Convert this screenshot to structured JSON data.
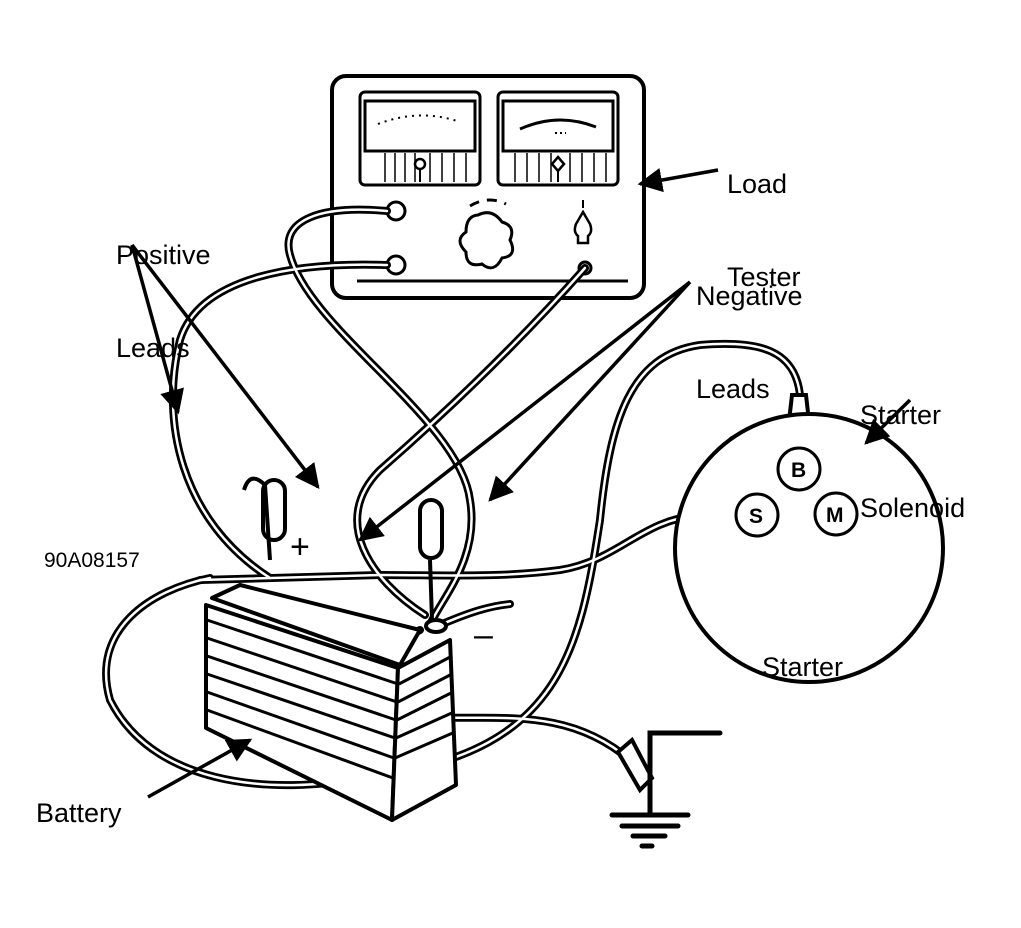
{
  "figure_code": "90A08157",
  "labels": {
    "load_tester": [
      "Load",
      "Tester"
    ],
    "positive_leads": [
      "Positive",
      "Leads"
    ],
    "negative_leads": [
      "Negative",
      "Leads"
    ],
    "starter_solenoid": [
      "Starter",
      "Solenoid"
    ],
    "starter": "Starter",
    "battery": "Battery"
  },
  "battery_terminals": {
    "positive": "+",
    "negative": "–"
  },
  "solenoid_terminals": {
    "battery": "B",
    "starter": "S",
    "motor": "M"
  },
  "colors": {
    "ink": "#000000",
    "paper": "#ffffff"
  }
}
